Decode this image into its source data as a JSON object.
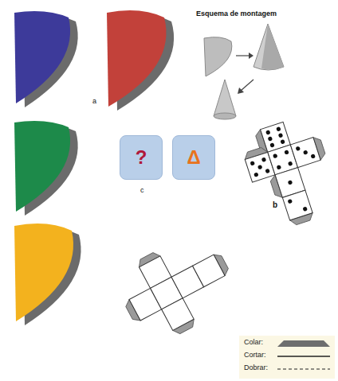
{
  "diagram": {
    "nodes": [
      {
        "text": [
          "?"
        ]
      },
      {
        "text": [
          "Δ"
        ]
      }
    ],
    "labels": [
      "Esquema de montagem",
      "a",
      "c",
      "b"
    ],
    "legend": [
      {
        "text": "Colar:"
      },
      {
        "text": "Cortar:"
      },
      {
        "text": "Dobrar:"
      }
    ]
  }
}
